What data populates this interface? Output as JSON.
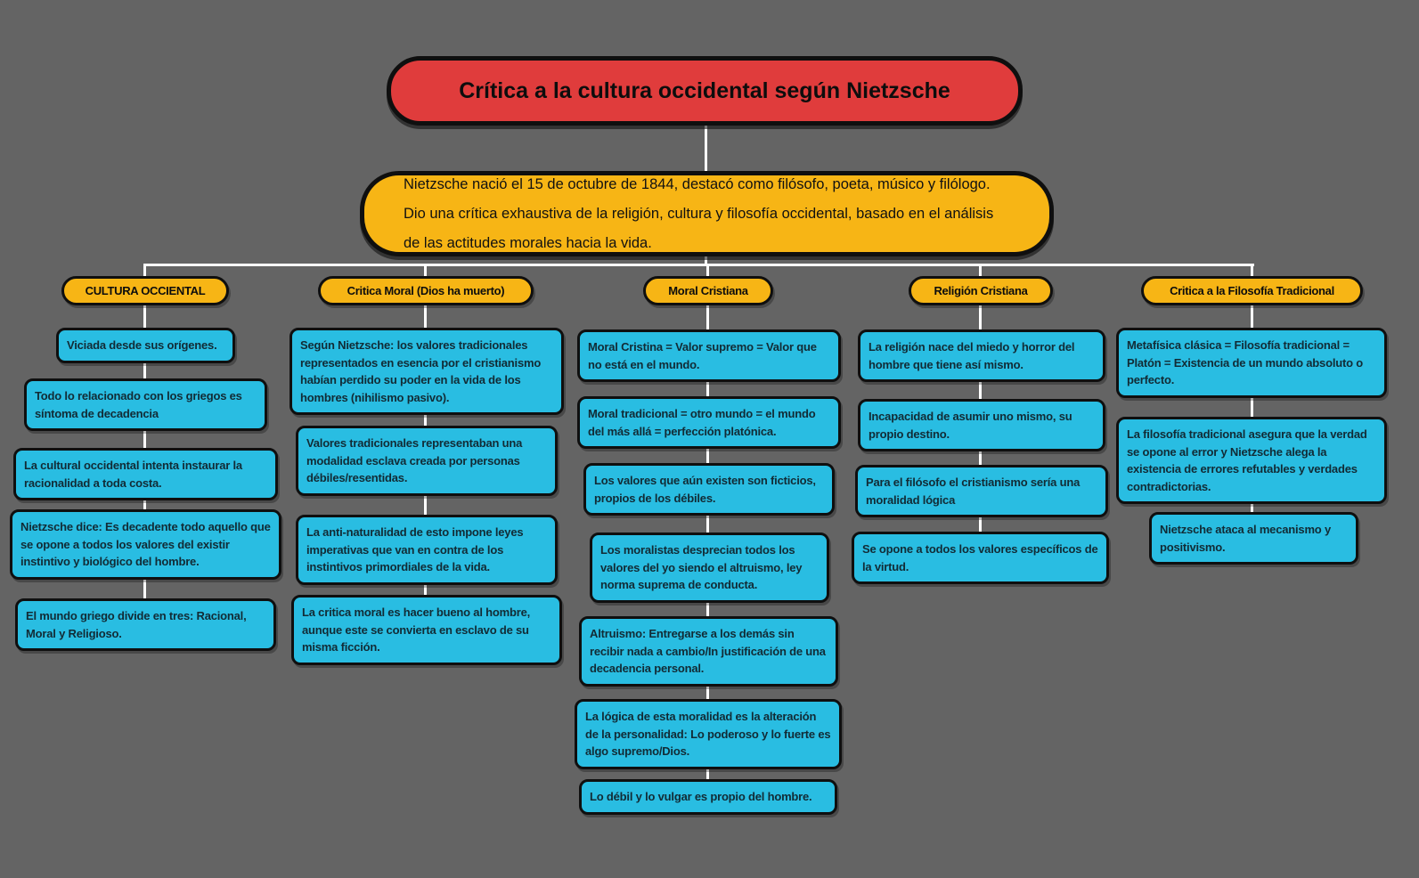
{
  "diagram": {
    "title": "Crítica a la cultura occidental según Nietzsche",
    "intro": "Nietzsche nació el 15 de octubre de 1844, destacó como filósofo, poeta, músico y filólogo. Dio una crítica exhaustiva de la religión, cultura y filosofía occidental, basado en el análisis de las actitudes morales hacia la vida.",
    "columns": [
      {
        "header": "CULTURA OCCIENTAL",
        "boxes": [
          "Viciada desde sus orígenes.",
          "Todo lo relacionado con los griegos es síntoma de decadencia",
          "La cultural occidental intenta instaurar la racionalidad a toda costa.",
          "Nietzsche dice: Es decadente todo aquello que se opone a todos los valores del existir instintivo y biológico del hombre.",
          "El mundo griego divide en tres: Racional, Moral y Religioso."
        ]
      },
      {
        "header": "Critica Moral (Dios ha muerto)",
        "boxes": [
          "Según Nietzsche: los valores tradicionales representados en esencia por el cristianismo habían perdido su poder en la vida de los hombres (nihilismo pasivo).",
          "Valores tradicionales representaban una modalidad esclava creada por personas débiles/resentidas.",
          "La anti-naturalidad de esto impone leyes imperativas que van en contra de los instintivos primordiales de la vida.",
          "La critica moral es hacer bueno al hombre, aunque este se convierta en esclavo de su misma ficción."
        ]
      },
      {
        "header": "Moral Cristiana",
        "boxes": [
          "Moral Cristina = Valor supremo = Valor que no está en el mundo.",
          "Moral tradicional = otro mundo = el mundo del más allá = perfección platónica.",
          "Los valores que aún existen son ficticios, propios de los débiles.",
          "Los moralistas desprecian todos los valores del yo siendo el altruismo, ley norma suprema de conducta.",
          "Altruismo: Entregarse a los demás sin recibir nada a cambio/In justificación de una decadencia personal.",
          "La lógica de esta moralidad es la alteración de la personalidad: Lo poderoso y lo fuerte es algo supremo/Dios.",
          "Lo débil y lo vulgar es propio del hombre."
        ]
      },
      {
        "header": "Religión Cristiana",
        "boxes": [
          "La religión nace del miedo y horror del hombre que tiene así mismo.",
          "Incapacidad de asumir uno mismo, su propio destino.",
          "Para el filósofo el cristianismo sería una moralidad lógica",
          "Se opone a todos los valores específicos de la virtud."
        ]
      },
      {
        "header": "Critica a la Filosofía Tradicional",
        "boxes": [
          "Metafísica clásica = Filosofía tradicional = Platón = Existencia de un mundo absoluto o perfecto.",
          "La filosofía tradicional asegura que la verdad se opone al error y Nietzsche alega la existencia de errores refutables y verdades contradictorias.",
          "Nietzsche ataca al mecanismo y positivismo."
        ]
      }
    ],
    "colors": {
      "background": "#646464",
      "title_fill": "#e03c3c",
      "accent_fill": "#f7b515",
      "node_fill": "#29bde2",
      "border": "#0f0f0f",
      "connector": "#ffffff"
    }
  }
}
